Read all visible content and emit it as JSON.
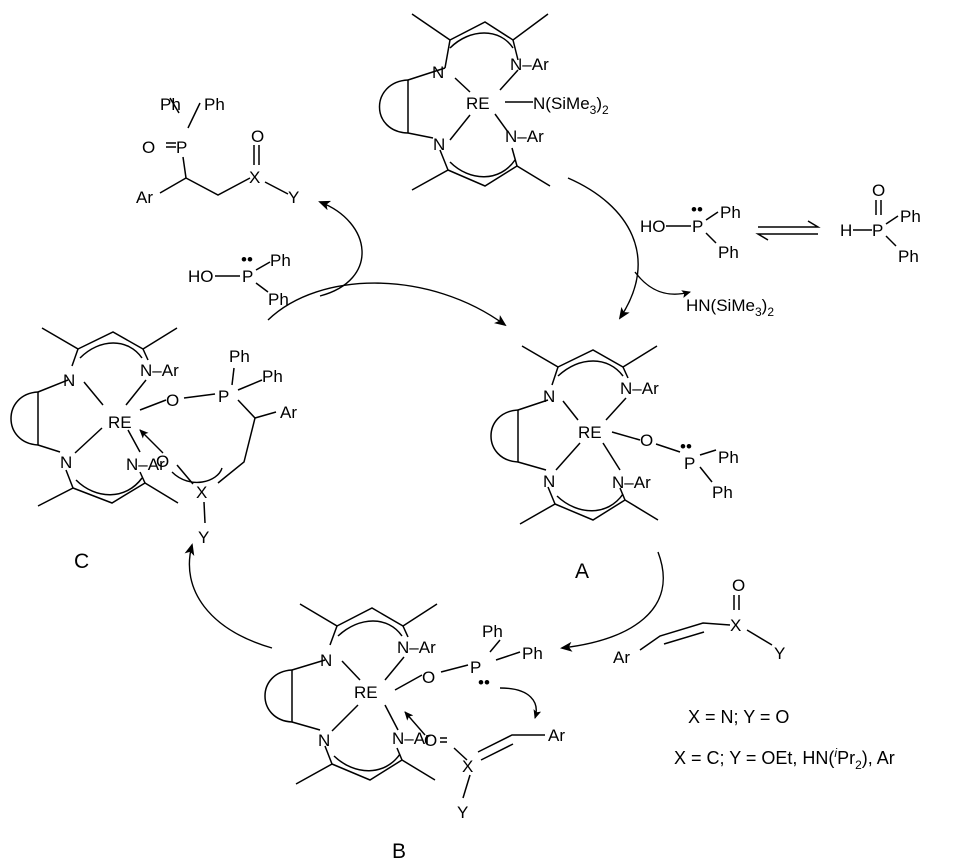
{
  "atoms": {
    "N": "N",
    "N_Ar": "N–Ar",
    "RE": "RE",
    "N_SiMe3_2": "N(SiMe",
    "Si_sub": "3",
    "close2": ")",
    "sub2": "2",
    "O": "O",
    "P": "P",
    "Ph": "Ph",
    "Ar": "Ar",
    "X": "X",
    "Y": "Y",
    "HO": "HO",
    "H": "H",
    "O_eq": "O=",
    "lone_pair": "••"
  },
  "reagents": {
    "hn_sime3": "HN(SiMe",
    "hn_sub": "3",
    "hn_close": ")",
    "hn_sub2": "2"
  },
  "labels": {
    "A": "A",
    "B": "B",
    "C": "C"
  },
  "conditions": {
    "line1": "X =  N; Y = O",
    "line2_pre": "X = C; Y = OEt, HN(",
    "line2_i": "i",
    "line2_mid": "Pr",
    "line2_sub": "2",
    "line2_post": "), Ar"
  },
  "colors": {
    "ink": "#000000",
    "background": "#ffffff"
  }
}
